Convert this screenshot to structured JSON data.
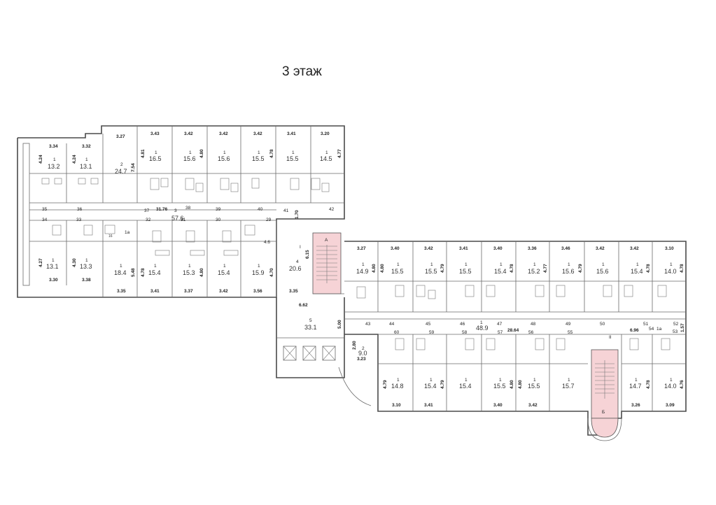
{
  "title": "3 этаж",
  "stairs": {
    "a": "А",
    "b": "Б"
  },
  "roman": {
    "i": "I",
    "ii": "II"
  },
  "central": {
    "room5": {
      "num": "5",
      "area": "33.1"
    },
    "room2": {
      "num": "2",
      "area": "9.0"
    },
    "dims": {
      "d662": "6.62",
      "d500": "5.00",
      "d280": "2.80",
      "d323": "3.23",
      "d615": "6.15",
      "d335": "3.35"
    }
  },
  "west": {
    "top_rooms": [
      {
        "num": "1",
        "area": "13.2"
      },
      {
        "num": "1",
        "area": "13.1"
      },
      {
        "num": "2",
        "area": "24.7"
      },
      {
        "num": "1",
        "area": "16.5"
      },
      {
        "num": "1",
        "area": "15.6"
      },
      {
        "num": "1",
        "area": "15.6"
      },
      {
        "num": "1",
        "area": "15.5"
      },
      {
        "num": "1",
        "area": "15.5"
      },
      {
        "num": "1",
        "area": "14.5"
      }
    ],
    "top_heights": [
      "3.34",
      "3.32",
      "3.27",
      "3.43",
      "3.42",
      "3.42",
      "3.42",
      "3.41",
      "3.20"
    ],
    "top_side_dims": [
      "4.24",
      "4.24",
      "7.54",
      "4.81",
      "4.80",
      "4.78",
      "4.77"
    ],
    "bottom_rooms": [
      {
        "num": "1",
        "area": "13.1"
      },
      {
        "num": "1",
        "area": "13.3"
      },
      {
        "num": "1",
        "area": "18.4"
      },
      {
        "num": "1",
        "area": "15.4"
      },
      {
        "num": "1",
        "area": "15.3"
      },
      {
        "num": "1",
        "area": "15.4"
      },
      {
        "num": "1",
        "area": "15.9"
      },
      {
        "num": "4",
        "area": "20.6"
      }
    ],
    "bottom_heights": [
      "3.30",
      "3.38",
      "3.35",
      "3.41",
      "3.37",
      "3.42",
      "3.56"
    ],
    "bottom_side_dims": [
      "4.27",
      "4.30",
      "5.48",
      "4.78",
      "4.80",
      "4.70"
    ],
    "corridor": {
      "num": "3",
      "area": "57.6",
      "length": "31.76",
      "width": "1.70"
    },
    "corridor_nums": [
      "35",
      "36",
      "37",
      "38",
      "39",
      "40",
      "41",
      "42",
      "34",
      "33",
      "32",
      "31",
      "30",
      "29"
    ],
    "small": {
      "r16": "16",
      "r1a": "1а",
      "r46": "4.6"
    }
  },
  "east": {
    "top_rooms": [
      "14.9",
      "15.5",
      "15.5",
      "15.5",
      "15.4",
      "15.2",
      "15.6",
      "15.6",
      "15.4",
      "14.0"
    ],
    "top_heights": [
      "3.27",
      "3.40",
      "3.42",
      "3.41",
      "3.40",
      "3.36",
      "3.46",
      "3.42",
      "3.42",
      "3.10"
    ],
    "top_side_dims": [
      "4.80",
      "4.80",
      "4.79",
      "4.78",
      "4.77",
      "4.79",
      "4.78",
      "4.78"
    ],
    "bottom_rooms": [
      "14.8",
      "15.4",
      "15.4",
      "15.5",
      "15.5",
      "15.7",
      "14.7",
      "14.0"
    ],
    "bottom_heights": [
      "3.10",
      "3.41",
      "3.40",
      "3.42",
      "3.26",
      "3.09"
    ],
    "bottom_side_dims": [
      "4.79",
      "4.79",
      "4.80",
      "4.80",
      "4.78",
      "4.76"
    ],
    "corridor": {
      "num": "1",
      "area": "48.9",
      "length": "28.64",
      "width": "1.57",
      "end_length": "6.96",
      "end_room": "1а"
    },
    "corridor_nums": [
      "43",
      "44",
      "45",
      "46",
      "47",
      "48",
      "49",
      "50",
      "51",
      "52",
      "60",
      "59",
      "58",
      "57",
      "56",
      "55",
      "54",
      "53"
    ]
  }
}
